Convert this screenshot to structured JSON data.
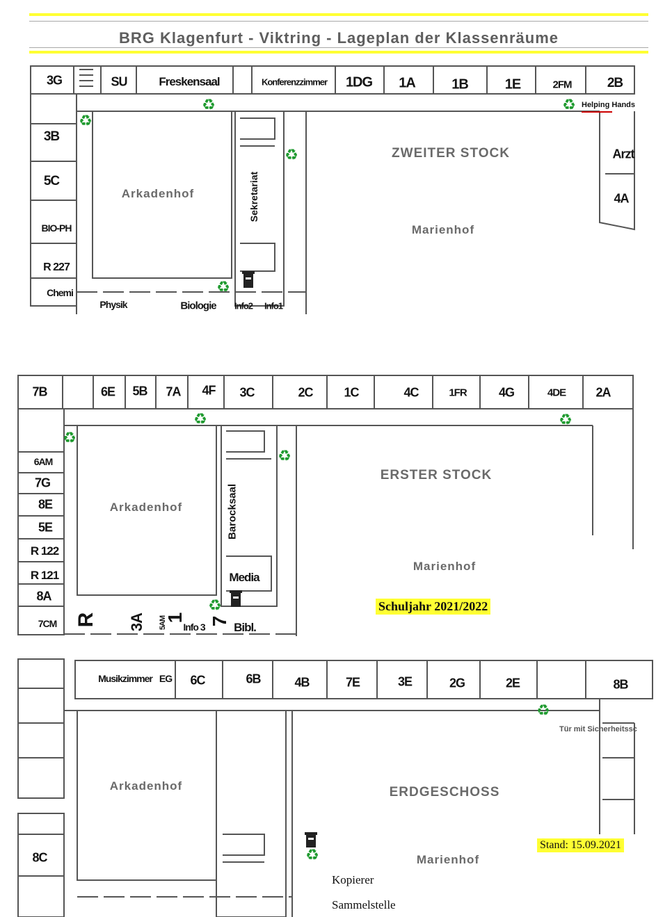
{
  "title": "BRG  Klagenfurt - Viktring  -  Lageplan der Klassenräume",
  "floors": {
    "second": {
      "name": "ZWEITER STOCK",
      "courtyard": "Arkadenhof",
      "yard": "Marienhof",
      "top_rooms": [
        "3G",
        "SU",
        "Freskensaal",
        "Konferenzzimmer",
        "1DG",
        "1A",
        "1B",
        "1E",
        "2FM",
        "2B"
      ],
      "left_rooms": [
        "3B",
        "5C",
        "BIO-PH",
        "R 227",
        "Chemi"
      ],
      "bottom_rooms": [
        "Physik",
        "Biologie",
        "Info2",
        "Info1"
      ],
      "right_rooms": [
        "Arzt",
        "4A"
      ],
      "secretariat": "Sekretariat",
      "helping": "Helping Hands"
    },
    "first": {
      "name": "ERSTER STOCK",
      "courtyard": "Arkadenhof",
      "yard": "Marienhof",
      "top_rooms": [
        "7B",
        "6E",
        "5B",
        "7A",
        "4F",
        "3C",
        "2C",
        "1C",
        "4C",
        "1FR",
        "4G",
        "4DE",
        "2A"
      ],
      "left_rooms": [
        "6AM",
        "7G",
        "8E",
        "5E",
        "R 122",
        "R 121",
        "8A",
        "7CM"
      ],
      "bottom_rooms": [
        "R",
        "3A",
        "5AM",
        "1",
        "Info 3",
        "7",
        "Bibl."
      ],
      "hall": "Barocksaal",
      "media": "Media"
    },
    "ground": {
      "name": "ERDGESCHOSS",
      "courtyard": "Arkadenhof",
      "yard": "Marienhof",
      "top_rooms": [
        "Musikzimmer",
        "EG",
        "6C",
        "6B",
        "4B",
        "7E",
        "3E",
        "2G",
        "2E",
        "8B"
      ],
      "left_rooms": [
        "8C"
      ],
      "door_note": "Tür mit Sicherheitssc"
    }
  },
  "school_year": "Schuljahr 2021/2022",
  "status_date": "Stand: 15.09.2021",
  "legend": {
    "copier": "Kopierer",
    "collection": "Sammelstelle"
  },
  "icons": {
    "recycle": "recycle-icon",
    "copier": "copier-icon"
  },
  "colors": {
    "highlight": "#ffff33",
    "recycle": "#1f9a2f",
    "wave": "#cc0000"
  }
}
